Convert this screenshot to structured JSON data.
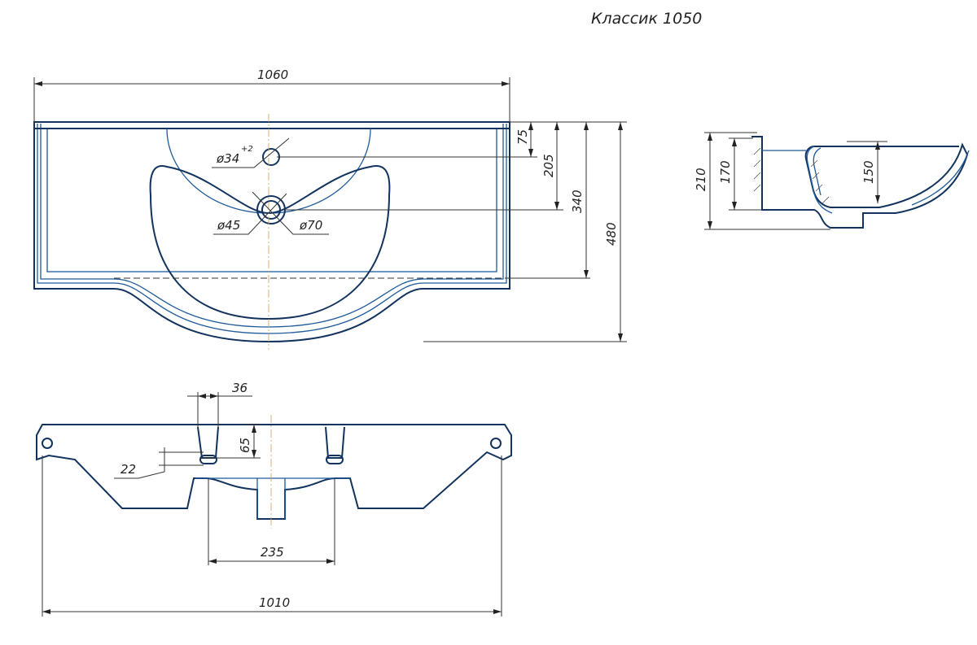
{
  "title": "Классик 1050",
  "top_view": {
    "width_dim": "1060",
    "tap_hole": {
      "diameter": "ø34",
      "tolerance": "+2"
    },
    "drain_inner": "ø45",
    "drain_outer": "ø70",
    "dim_75": "75",
    "dim_205": "205",
    "dim_340": "340",
    "dim_480": "480"
  },
  "side_view": {
    "dim_210": "210",
    "dim_170": "170",
    "dim_150": "150"
  },
  "front_view": {
    "dim_36": "36",
    "dim_65": "65",
    "dim_22": "22",
    "dim_235": "235",
    "dim_1010": "1010"
  },
  "colors": {
    "outline": "#12335e",
    "dimension": "#333333"
  }
}
